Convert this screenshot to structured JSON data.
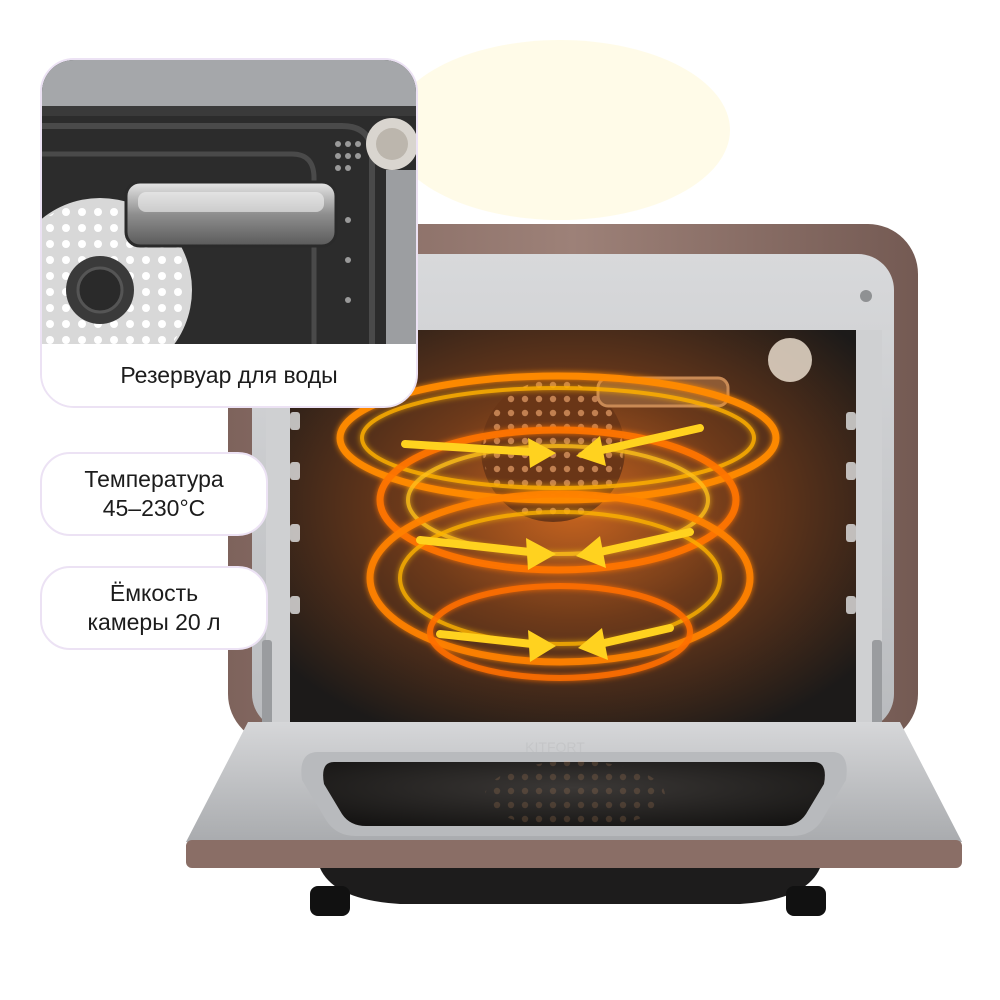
{
  "features": {
    "water_tank": {
      "label": "Резервуар для воды"
    },
    "temperature": {
      "line1": "Температура",
      "line2": "45–230°C"
    },
    "capacity": {
      "line1": "Ёмкость",
      "line2": "камеры 20 л"
    }
  },
  "product": {
    "brand_mark": "KITFORT",
    "colors": {
      "body": "#8a6e66",
      "interior": "#a8aaac",
      "heat": "#ff7a00",
      "arrow": "#ffd21f",
      "label_border": "#ece2f4"
    }
  }
}
